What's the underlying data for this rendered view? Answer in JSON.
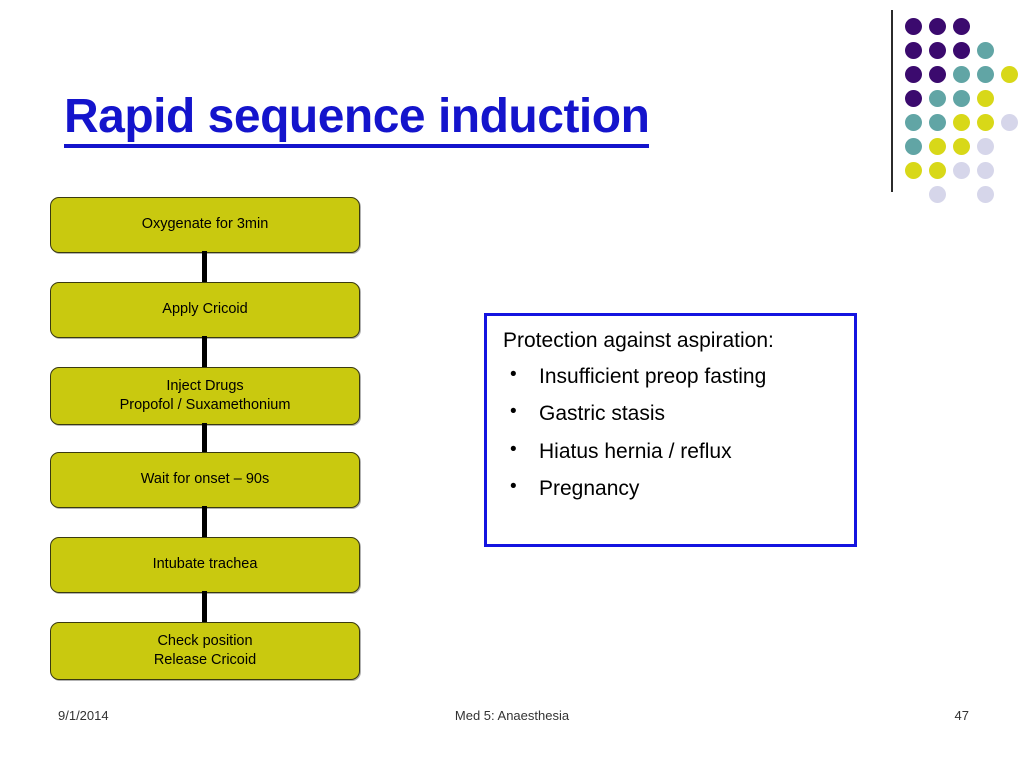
{
  "slide": {
    "title": "Rapid sequence induction",
    "accent_blue": "#1414cc",
    "box_fill": "#c9c90f",
    "background": "#ffffff"
  },
  "flowchart": {
    "name": "rapid-sequence-induction-steps",
    "connector_color": "#000000",
    "steps": [
      {
        "id": "oxygenate",
        "lines": [
          "Oxygenate for 3min"
        ]
      },
      {
        "id": "apply-cricoid",
        "lines": [
          "Apply Cricoid"
        ]
      },
      {
        "id": "inject-drugs",
        "lines": [
          "Inject Drugs",
          "Propofol / Suxamethonium"
        ]
      },
      {
        "id": "wait-onset",
        "lines": [
          "Wait for onset – 90s"
        ]
      },
      {
        "id": "intubate-trachea",
        "lines": [
          "Intubate trachea"
        ]
      },
      {
        "id": "check-position",
        "lines": [
          "Check position",
          "Release Cricoid"
        ]
      }
    ]
  },
  "aspiration": {
    "heading": "Protection against aspiration:",
    "border_color": "#1414e0",
    "bullet_glyph": "•",
    "items": [
      "Insufficient preop fasting",
      "Gastric stasis",
      "Hiatus hernia / reflux",
      "Pregnancy"
    ]
  },
  "decor": {
    "name": "dot-grid-decoration",
    "colors": {
      "purple": "#3b0a6e",
      "teal": "#61a5a5",
      "yellow": "#d8d818",
      "lavender": "#d6d6ea"
    },
    "dots": [
      {
        "col": 0,
        "row": 0,
        "color": "#3b0a6e"
      },
      {
        "col": 1,
        "row": 0,
        "color": "#3b0a6e"
      },
      {
        "col": 2,
        "row": 0,
        "color": "#3b0a6e"
      },
      {
        "col": 0,
        "row": 1,
        "color": "#3b0a6e"
      },
      {
        "col": 1,
        "row": 1,
        "color": "#3b0a6e"
      },
      {
        "col": 2,
        "row": 1,
        "color": "#3b0a6e"
      },
      {
        "col": 3,
        "row": 1,
        "color": "#61a5a5"
      },
      {
        "col": 0,
        "row": 2,
        "color": "#3b0a6e"
      },
      {
        "col": 1,
        "row": 2,
        "color": "#3b0a6e"
      },
      {
        "col": 2,
        "row": 2,
        "color": "#61a5a5"
      },
      {
        "col": 3,
        "row": 2,
        "color": "#61a5a5"
      },
      {
        "col": 4,
        "row": 2,
        "color": "#d8d818"
      },
      {
        "col": 0,
        "row": 3,
        "color": "#3b0a6e"
      },
      {
        "col": 1,
        "row": 3,
        "color": "#61a5a5"
      },
      {
        "col": 2,
        "row": 3,
        "color": "#61a5a5"
      },
      {
        "col": 3,
        "row": 3,
        "color": "#d8d818"
      },
      {
        "col": 0,
        "row": 4,
        "color": "#61a5a5"
      },
      {
        "col": 1,
        "row": 4,
        "color": "#61a5a5"
      },
      {
        "col": 2,
        "row": 4,
        "color": "#d8d818"
      },
      {
        "col": 3,
        "row": 4,
        "color": "#d8d818"
      },
      {
        "col": 4,
        "row": 4,
        "color": "#d6d6ea"
      },
      {
        "col": 0,
        "row": 5,
        "color": "#61a5a5"
      },
      {
        "col": 1,
        "row": 5,
        "color": "#d8d818"
      },
      {
        "col": 2,
        "row": 5,
        "color": "#d8d818"
      },
      {
        "col": 3,
        "row": 5,
        "color": "#d6d6ea"
      },
      {
        "col": 0,
        "row": 6,
        "color": "#d8d818"
      },
      {
        "col": 1,
        "row": 6,
        "color": "#d8d818"
      },
      {
        "col": 2,
        "row": 6,
        "color": "#d6d6ea"
      },
      {
        "col": 3,
        "row": 6,
        "color": "#d6d6ea"
      },
      {
        "col": 1,
        "row": 7,
        "color": "#d6d6ea"
      },
      {
        "col": 3,
        "row": 7,
        "color": "#d6d6ea"
      }
    ]
  },
  "footer": {
    "date": "9/1/2014",
    "center": "Med 5: Anaesthesia",
    "page": "47"
  }
}
